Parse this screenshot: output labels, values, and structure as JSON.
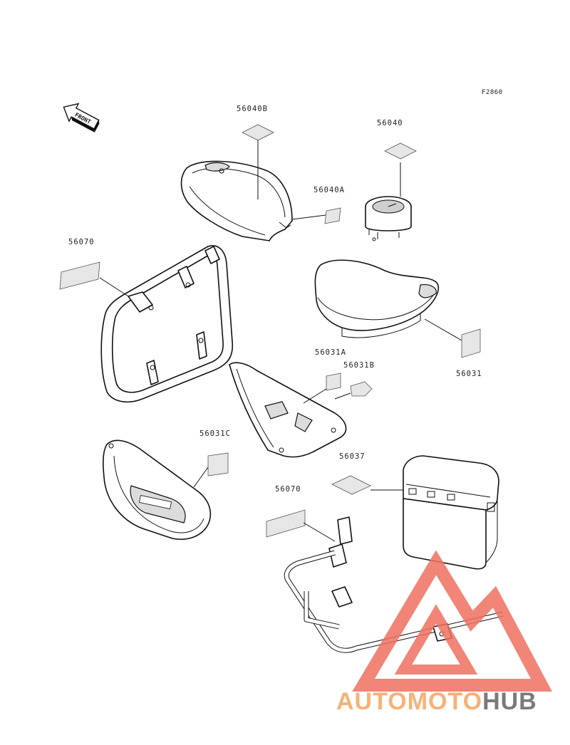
{
  "figure_code": "F2860",
  "front_label": "FRONT",
  "labels": {
    "tank_top": "56040B",
    "meter": "56040",
    "tank_side": "56040A",
    "carrier_left": "56070",
    "seat": "56031",
    "side_cover_a": "56031A",
    "side_cover_b": "56031B",
    "side_cover_c": "56031C",
    "box": "56037",
    "carrier_right": "56070"
  },
  "watermark": {
    "part1": "AUTOMOTO",
    "part2": "HUB",
    "color1": "#f6b277",
    "color2": "#7a7a7a",
    "triangle_color": "#ef7060"
  }
}
